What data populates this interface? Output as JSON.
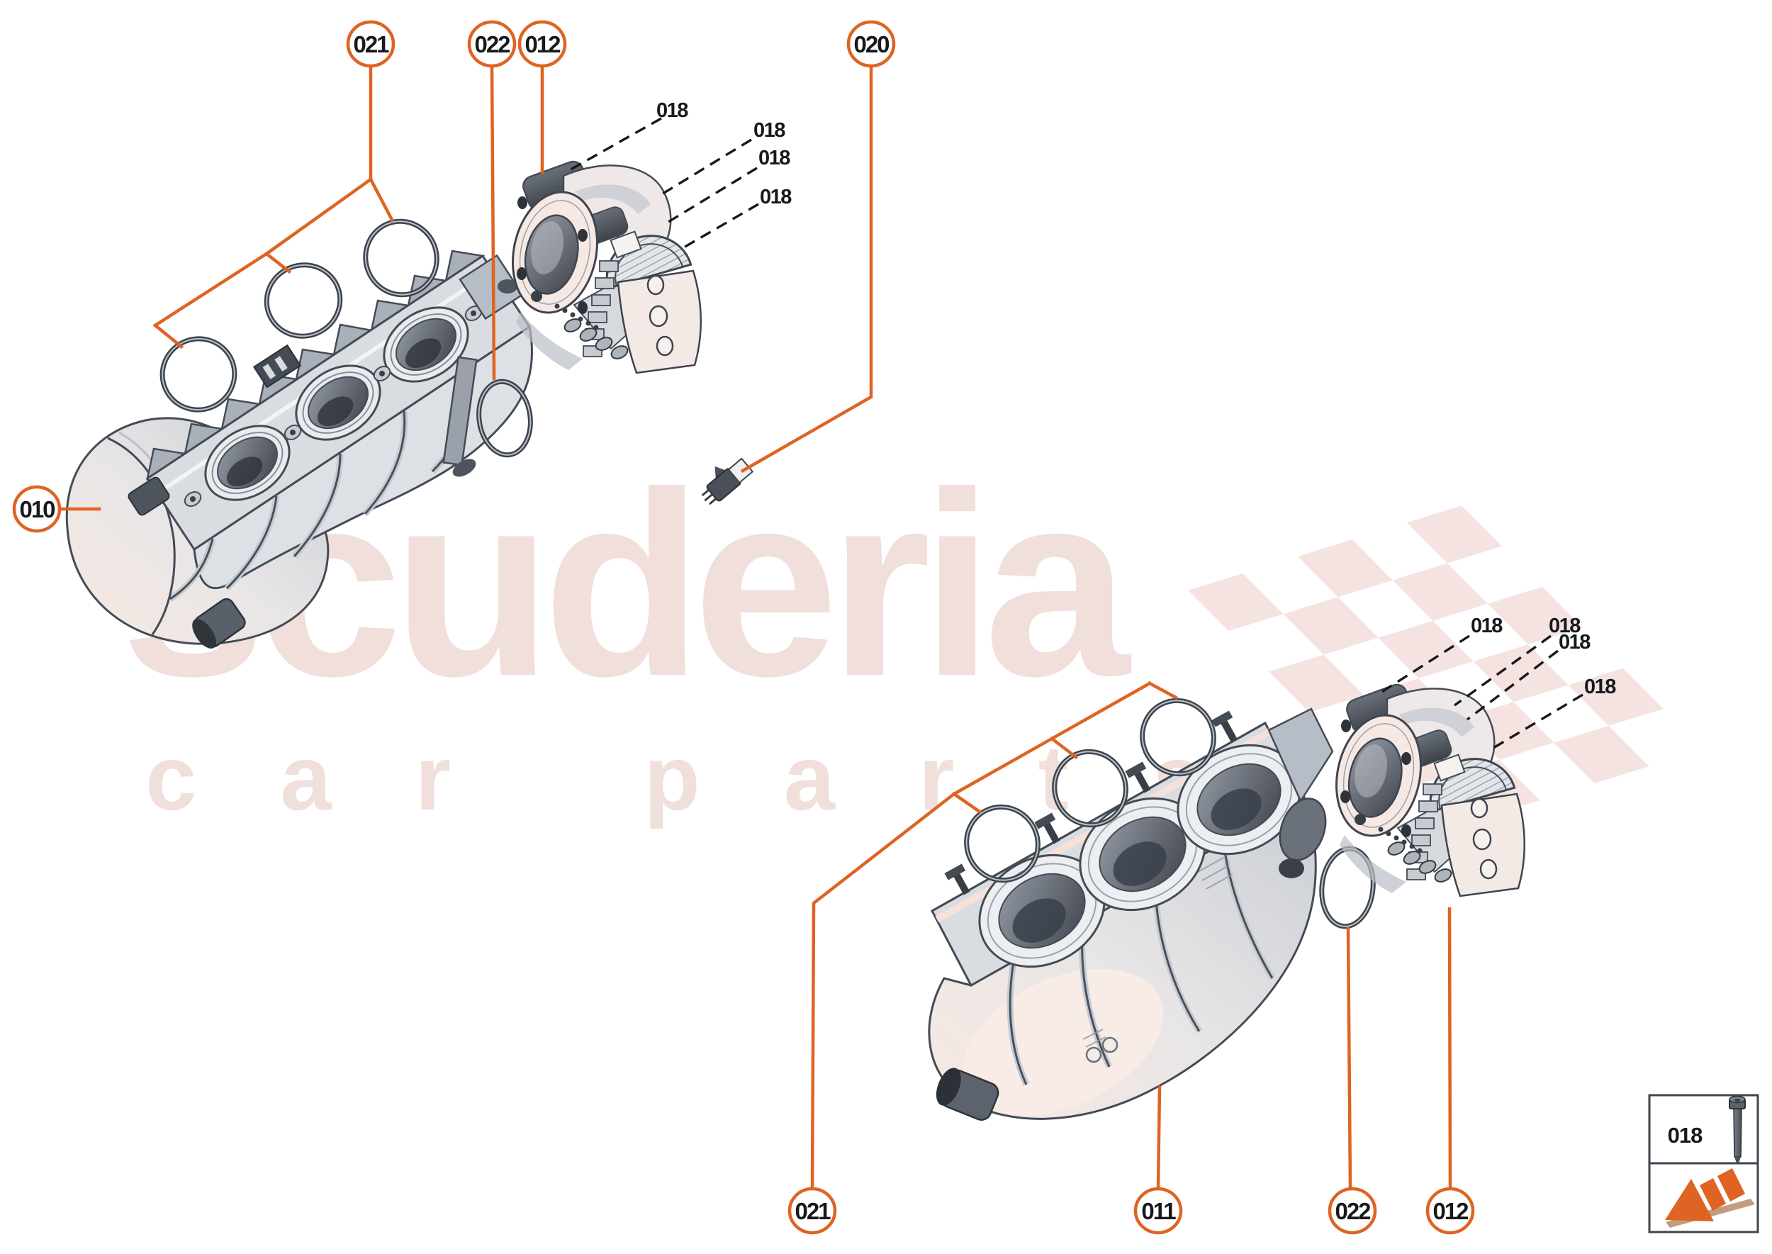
{
  "diagram": {
    "watermark": {
      "brand": "scuderia",
      "tagline": "car parts"
    },
    "callouts": {
      "top": [
        "021",
        "022",
        "012",
        "020"
      ],
      "left": [
        "010"
      ],
      "bottom": [
        "021",
        "011",
        "022",
        "012"
      ]
    },
    "fastener_labels": {
      "upper": [
        "018",
        "018",
        "018",
        "018"
      ],
      "lower": [
        "018",
        "018",
        "018",
        "018"
      ]
    },
    "legend": {
      "ref": "018",
      "icon": "socket-head-bolt-icon",
      "logo": "scuderia-arrow-logo"
    },
    "colors": {
      "accent": "#df6322",
      "ink": "#454b54",
      "watermark_pink": "#f1dfdc",
      "flag_pink": "#f4e3e0",
      "part_highlight": "#f6e9e4"
    }
  }
}
